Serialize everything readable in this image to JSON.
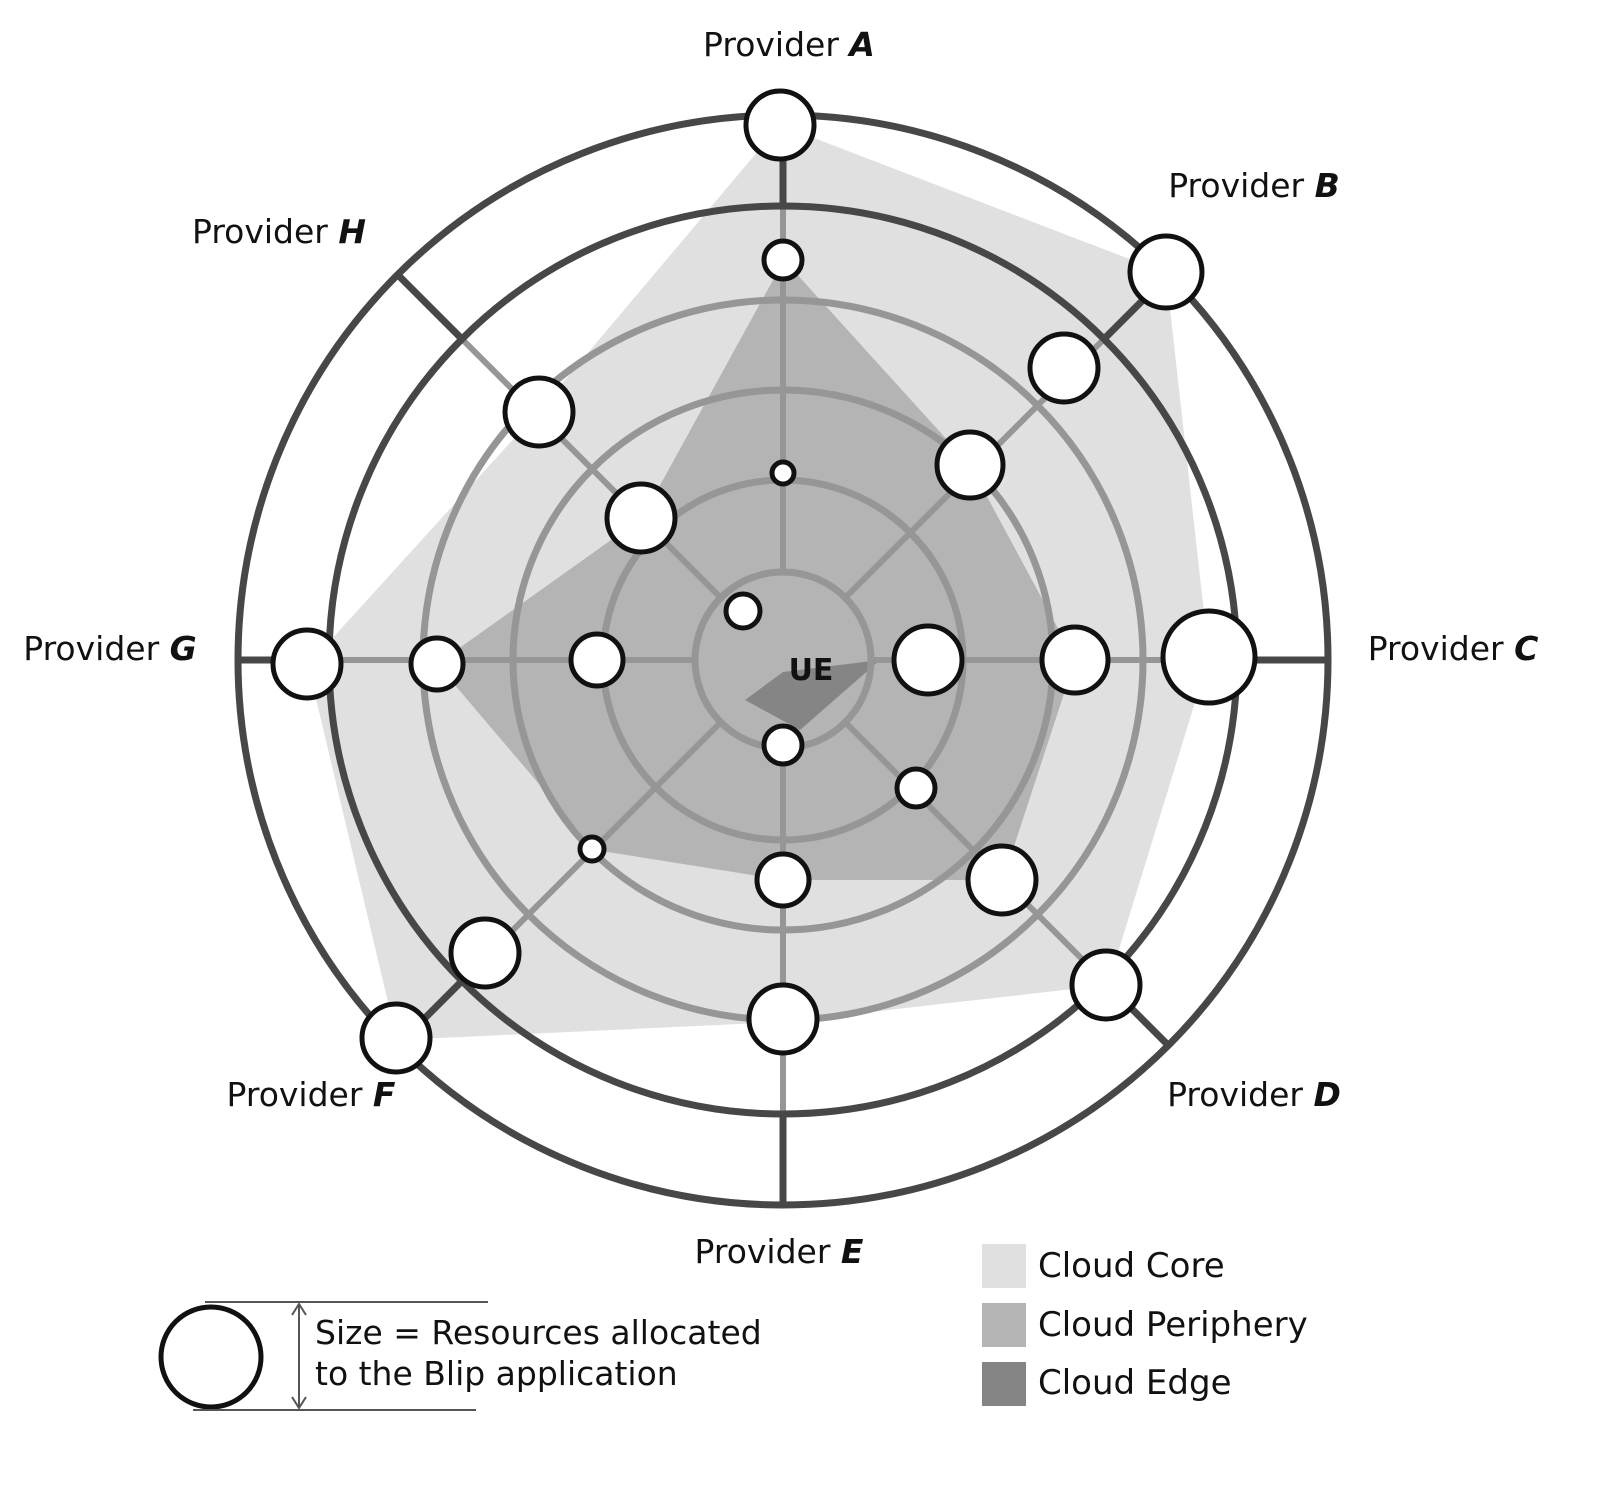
{
  "center_label": "UE",
  "providers": [
    {
      "prefix": "Provider ",
      "letter": "A"
    },
    {
      "prefix": "Provider ",
      "letter": "B"
    },
    {
      "prefix": "Provider ",
      "letter": "C"
    },
    {
      "prefix": "Provider ",
      "letter": "D"
    },
    {
      "prefix": "Provider ",
      "letter": "E"
    },
    {
      "prefix": "Provider ",
      "letter": "F"
    },
    {
      "prefix": "Provider ",
      "letter": "G"
    },
    {
      "prefix": "Provider ",
      "letter": "H"
    }
  ],
  "legend": [
    {
      "label": "Cloud Core",
      "color": "#e0e0e0"
    },
    {
      "label": "Cloud Periphery",
      "color": "#b4b4b4"
    },
    {
      "label": "Cloud Edge",
      "color": "#858585"
    }
  ],
  "size_note": {
    "line1": "Size = Resources allocated",
    "line2": "to the Blip application"
  },
  "colors": {
    "ring_dark": "#474747",
    "ring_grey": "#969696",
    "core_fill": "#e0e0e0",
    "periphery_fill": "#b4b4b4",
    "edge_fill": "#858585"
  }
}
